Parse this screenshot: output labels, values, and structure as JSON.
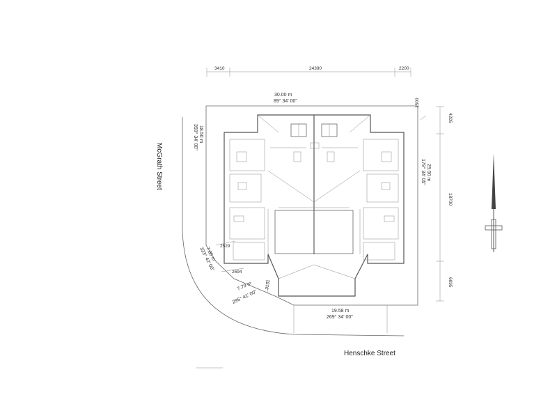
{
  "dimensions_top": {
    "left": "3410",
    "middle": "24390",
    "right": "2200"
  },
  "dimensions_right": {
    "top": "4205",
    "middle": "18700",
    "bottom": "6095"
  },
  "small_dim_top_right": "1500",
  "boundaries": {
    "north": {
      "length": "30.00 m",
      "bearing": "89° 34' 00\""
    },
    "west": {
      "length": "18.50 m",
      "bearing": "359° 34' 00\""
    },
    "east": {
      "length": "29.00 m",
      "bearing": "179° 34' 05\""
    },
    "south": {
      "length": "19.58 m",
      "bearing": "269° 34' 00\""
    },
    "corner1": {
      "length": "7.86 m",
      "bearing": "333° 42' 00\""
    },
    "corner2": {
      "length": "7.79 m",
      "bearing": "295° 41' 00\""
    }
  },
  "setbacks": {
    "s1": "2529",
    "s2": "2694",
    "s3": "3131"
  },
  "streets": {
    "west": "McGrath Street",
    "south": "Henschke Street"
  }
}
